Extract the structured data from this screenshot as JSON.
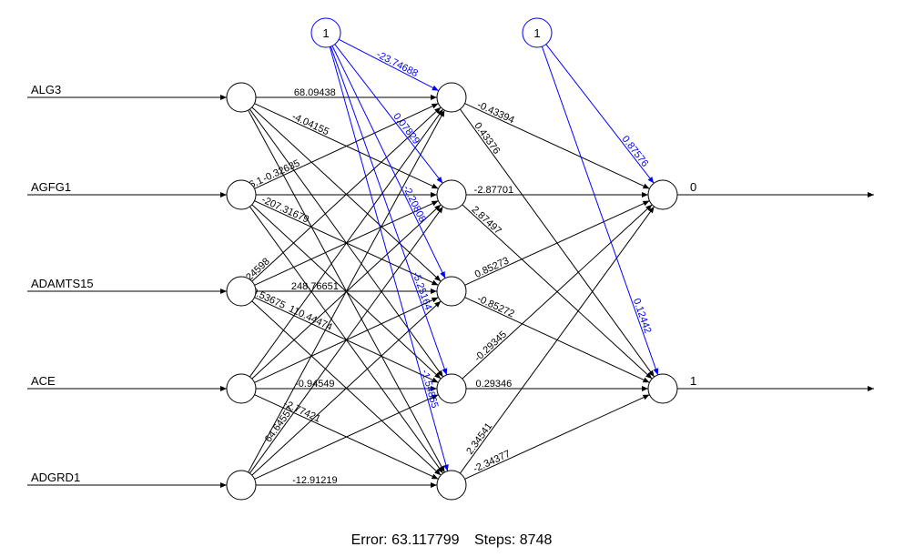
{
  "inputs": [
    "ALG3",
    "AGFG1",
    "ADAMTS15",
    "ACE",
    "ADGRD1"
  ],
  "outputs": [
    "0",
    "1"
  ],
  "bias_label": "1",
  "footer": {
    "error_label": "Error:",
    "error_value": "63.117799",
    "steps_label": "Steps:",
    "steps_value": "8748"
  },
  "colors": {
    "edge": "#000000",
    "bias": "#0000ff",
    "node_stroke": "#000000"
  },
  "visible_weight_labels": {
    "input_to_hidden": [
      "68.09438",
      "-4.04155",
      "-0.32635",
      "-207.31679",
      "248.76651",
      "110.44474",
      "-0.94549",
      "-2.77421",
      "-12.91219",
      "64.64557",
      "4.24598",
      "6.1",
      "0.53675"
    ],
    "bias_to_hidden": [
      "-23.74688",
      "0.07829",
      "-2.20808",
      "-5.25164",
      "-1.54865"
    ],
    "hidden_to_output": [
      "-0.43394",
      "0.43376",
      "-2.87701",
      "2.87497",
      "0.85273",
      "-0.85272",
      "-0.29345",
      "0.29346",
      "2.34541",
      "-2.34377"
    ],
    "bias_to_output": [
      "0.87576",
      "0.12442"
    ]
  }
}
